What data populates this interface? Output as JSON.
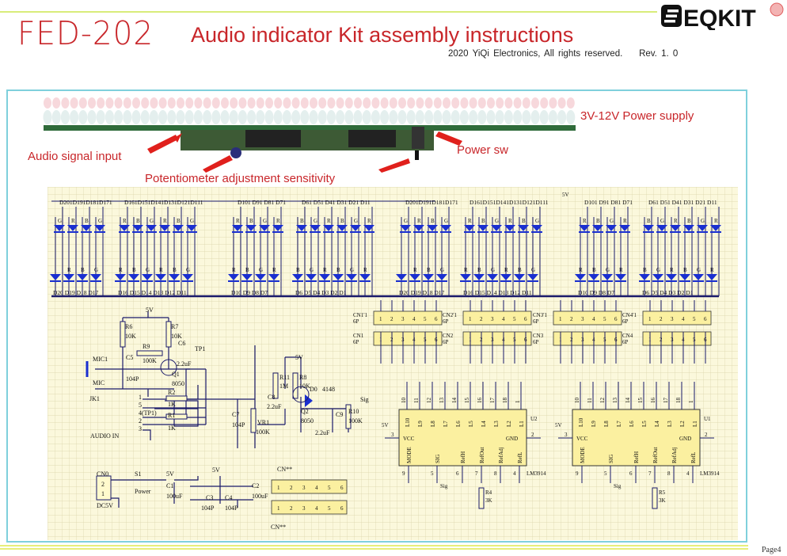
{
  "header": {
    "model": "FED-202",
    "title": "Audio indicator Kit assembly instructions",
    "copyright": "2020 YiQi Electronics, All rights reserved.",
    "revision": "Rev. 1. 0",
    "logo_text": "EQKIT",
    "brand_color": "#c8262a"
  },
  "photo": {
    "labels": {
      "power_supply": "3V-12V Power supply",
      "audio_input": "Audio signal input",
      "power_sw": "Power sw",
      "potentiometer": "Potentiometer adjustment sensitivity"
    },
    "arrow_color": "#e0201c"
  },
  "schematic": {
    "led_color": "#1a2fd0",
    "wire_color": "#1a1a6a",
    "grid_bg": "#fbf8dc",
    "led_groups_top": [
      "D201D191D181D171",
      "D161D151D141D131D121D111",
      "D101 D91 D81 D71",
      "D61 D51 D41 D31 D21 D11",
      "D201D191D181D171",
      "D161D151D141D131D121D111",
      "D101 D91 D81 D71",
      "D61 D51 D41 D31 D21 D11"
    ],
    "led_groups_bottom": [
      "D20 D19 D18 D17",
      "D16 D15 D14 D13 D12 D11",
      "D10 D9 D8 D7",
      "D6 D5 D4 D3 D2 D1",
      "D20 D19 D18 D17",
      "D16 D15 D14 D13 D12 D11",
      "D10 D9 D8 D7",
      "D6 D5 D4 D3 D2 D1"
    ],
    "led_colors_top": [
      [
        "G",
        "R",
        "B",
        "G"
      ],
      [
        "R",
        "B",
        "G",
        "R",
        "B",
        "G"
      ],
      [
        "R",
        "B",
        "G",
        "R"
      ],
      [
        "B",
        "G",
        "R",
        "B",
        "G",
        "R"
      ],
      [
        "G",
        "R",
        "B",
        "G"
      ],
      [
        "R",
        "B",
        "G",
        "R",
        "B",
        "G"
      ],
      [
        "R",
        "B",
        "G",
        "R"
      ],
      [
        "B",
        "G",
        "R",
        "B",
        "G",
        "R"
      ]
    ],
    "led_colors_bottom": [
      [
        "",
        "R",
        "B",
        "G"
      ],
      [
        "R",
        "B",
        "G",
        "R",
        "B",
        "G"
      ],
      [
        "R",
        "B",
        "G",
        "R"
      ],
      [
        "B",
        "G",
        "R",
        "B",
        "G",
        "R"
      ],
      [
        "",
        "R",
        "B",
        "G"
      ],
      [
        "R",
        "B",
        "G",
        "R",
        "B",
        "G"
      ],
      [
        "R",
        "B",
        "G",
        "R"
      ],
      [
        "B",
        "G",
        "R",
        "B",
        "G",
        "R"
      ]
    ],
    "vcc_label": "5V",
    "connectors_top": [
      "CN1'1",
      "CN2'1",
      "CN3'1",
      "CN4'1"
    ],
    "connectors_bottom": [
      "CN1",
      "CN2",
      "CN3",
      "CN4"
    ],
    "connector_type": "6P",
    "connector_pins": [
      "1",
      "2",
      "3",
      "4",
      "5",
      "6"
    ],
    "ics": [
      {
        "ref": "U2",
        "part": "LM3914"
      },
      {
        "ref": "U1",
        "part": "LM3914"
      }
    ],
    "ic_top_pins": [
      "L10",
      "L9",
      "L8",
      "L7",
      "L6",
      "L5",
      "L4",
      "L3",
      "L2",
      "L1"
    ],
    "ic_top_pin_numbers": [
      "10",
      "11",
      "12",
      "13",
      "14",
      "15",
      "16",
      "17",
      "18",
      "1"
    ],
    "ic_bottom_pins": [
      "MODE",
      "SIG",
      "RefH",
      "RefOut",
      "RefAdj",
      "RefL"
    ],
    "ic_bottom_pin_numbers": [
      "9",
      "5",
      "6",
      "7",
      "8",
      "4"
    ],
    "ic_vcc": "VCC",
    "ic_vcc_pin": "3",
    "ic_gnd": "GND",
    "ic_gnd_pin": "2",
    "ic_sig": "Sig",
    "r4": {
      "ref": "R4",
      "value": "3K"
    },
    "r5": {
      "ref": "R5",
      "value": "3K"
    },
    "input_circuit": {
      "r6": "R6",
      "r6v": "10K",
      "r7": "R7",
      "r7v": "10K",
      "r9": "R9",
      "r9v": "100K",
      "c6": "C6",
      "c6v": "2.2uF",
      "tp1": "TP1",
      "mic1": "MIC1",
      "mic": "MIC",
      "c5": "C5",
      "c5v": "104P",
      "q1": "Q1",
      "q1v": "8050",
      "jk1": "JK1",
      "audio_in": "AUDIO IN",
      "jk_pins": [
        "1",
        "5",
        "4(TP1)",
        "2",
        "3"
      ],
      "r2": "R2",
      "r2v": "1K",
      "r1": "R1",
      "r1v": "1K",
      "c7": "C7",
      "c7v": "104P",
      "vr1": "VR1",
      "vr1v": "100K",
      "c8": "C8",
      "c8v": "2.2uF",
      "r11": "R11",
      "r11v": "1M",
      "r8": "R8",
      "r8v": "10K",
      "q2": "Q2",
      "q2v": "8050",
      "d0": "D0",
      "d0v": "4148",
      "c9": "C9",
      "c9v": "2.2uF",
      "r10": "R10",
      "r10v": "100K",
      "sig": "Sig"
    },
    "power_circuit": {
      "cn0": "CN0",
      "cn0_pins": [
        "2",
        "1"
      ],
      "dc5v": "DC5V",
      "s1": "S1",
      "power": "Power",
      "c1": "C1",
      "c1v": "100uF",
      "c2": "C2",
      "c2v": "100uF",
      "c3": "C3",
      "c3v": "104P",
      "c4": "C4",
      "c4v": "104P"
    },
    "spare_connector": "CN**"
  },
  "footer": {
    "page": "Page4"
  }
}
